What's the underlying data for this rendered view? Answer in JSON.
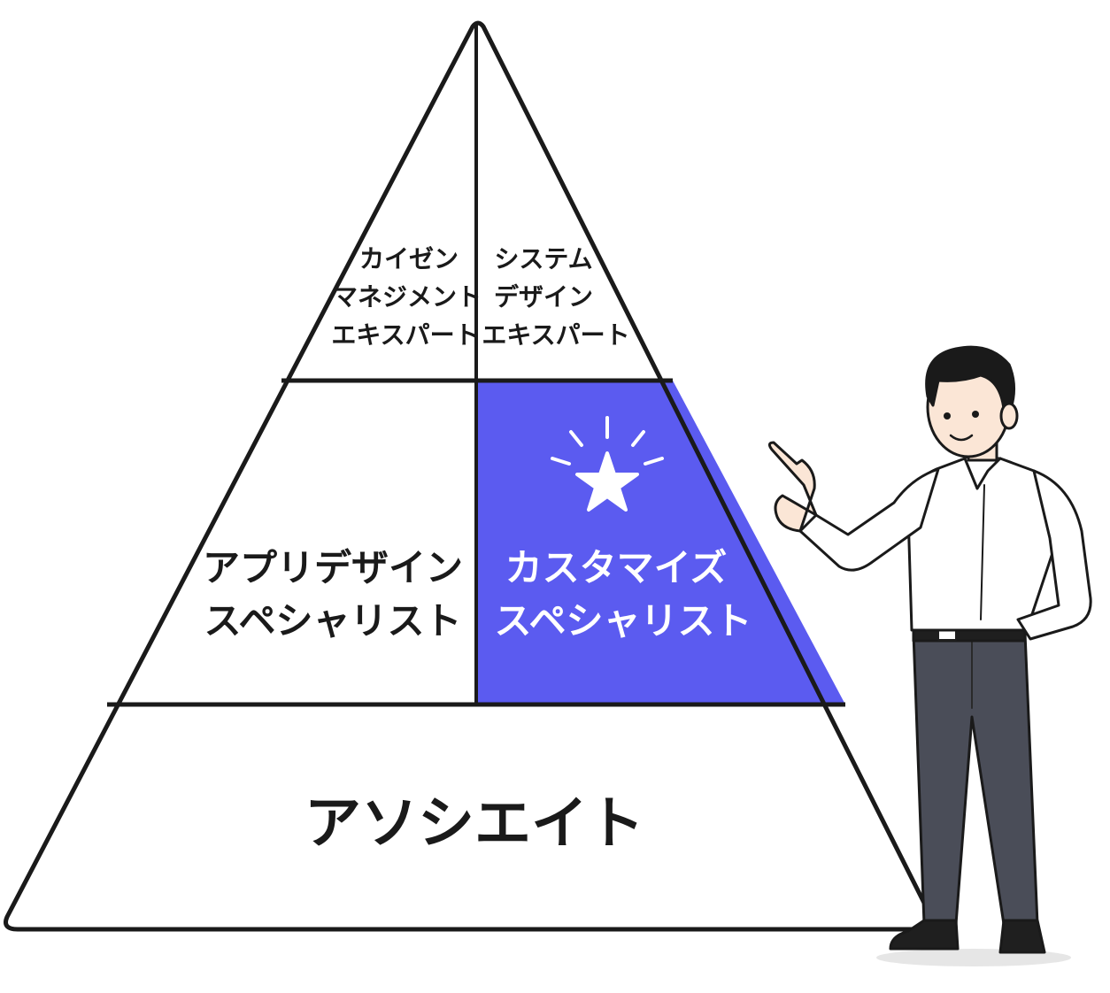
{
  "pyramid": {
    "top_left": {
      "lines": [
        "カイゼン",
        "マネジメント",
        "エキスパート"
      ]
    },
    "top_right": {
      "lines": [
        "システム",
        "デザイン",
        "エキスパート"
      ]
    },
    "middle_left": {
      "lines": [
        "アプリデザイン",
        "スペシャリスト"
      ]
    },
    "middle_right": {
      "lines": [
        "カスタマイズ",
        "スペシャリスト"
      ],
      "highlighted": true
    },
    "base": {
      "label": "アソシエイト"
    }
  },
  "icons": {
    "highlight_icon": "star-icon",
    "figure": "businessman-pointing"
  },
  "colors": {
    "highlight": "#5b5bf0",
    "outline": "#1a1a1a",
    "background": "#ffffff",
    "highlight_text": "#ffffff",
    "text": "#1a1a1a"
  }
}
